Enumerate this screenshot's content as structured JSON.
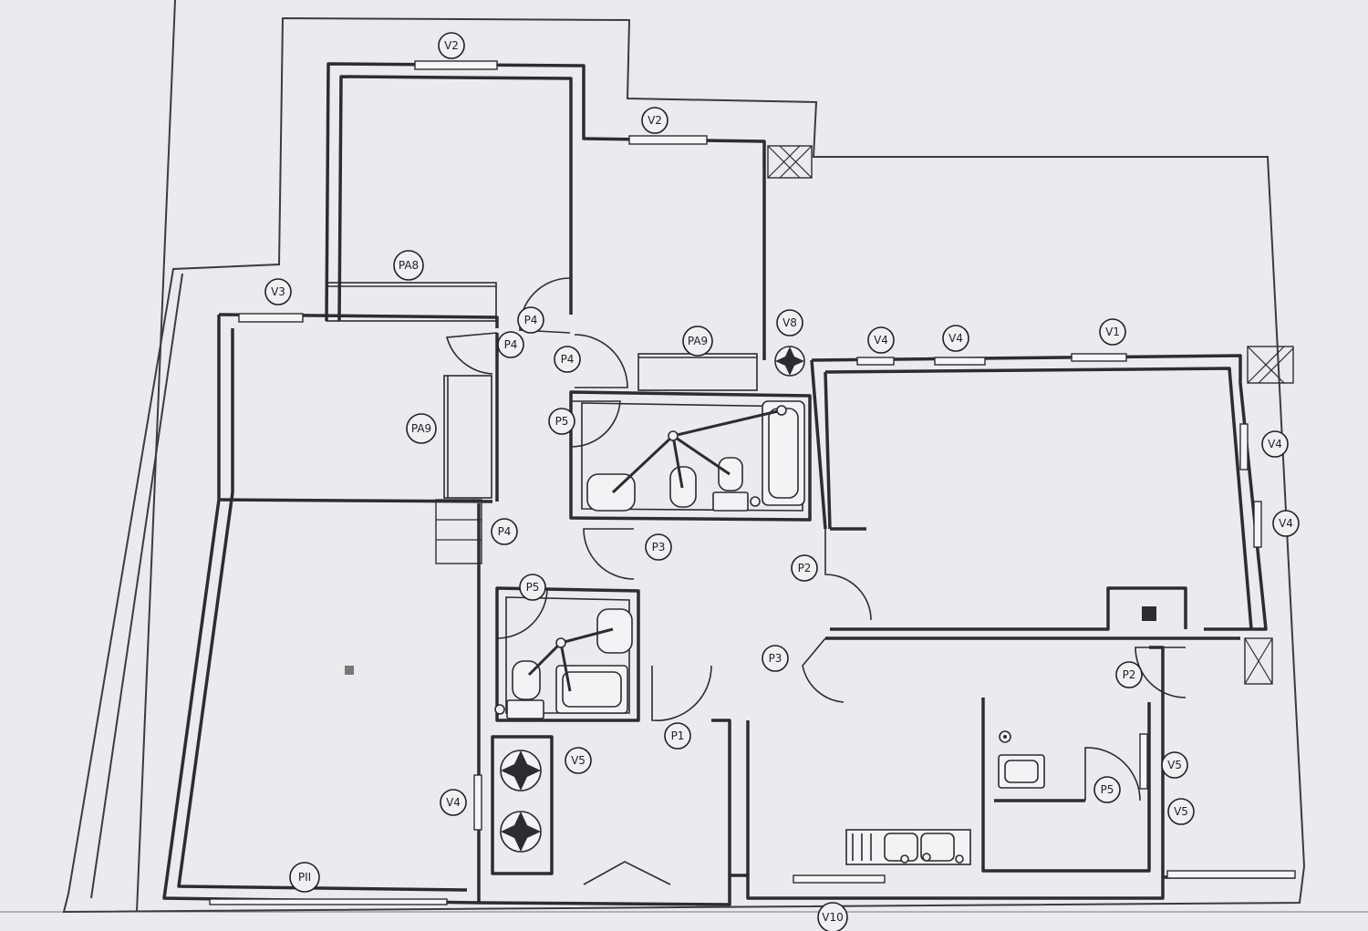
{
  "tags": [
    {
      "id": "v2-top",
      "label": "V2"
    },
    {
      "id": "v2-mid",
      "label": "V2"
    },
    {
      "id": "v3",
      "label": "V3"
    },
    {
      "id": "pa8",
      "label": "PA8"
    },
    {
      "id": "p4-a",
      "label": "P4"
    },
    {
      "id": "p4-b",
      "label": "P4"
    },
    {
      "id": "p4-c",
      "label": "P4"
    },
    {
      "id": "pa9-right",
      "label": "PA9"
    },
    {
      "id": "v8",
      "label": "V8"
    },
    {
      "id": "v4-top1",
      "label": "V4"
    },
    {
      "id": "v4-top2",
      "label": "V4"
    },
    {
      "id": "v1",
      "label": "V1"
    },
    {
      "id": "v4-right1",
      "label": "V4"
    },
    {
      "id": "v4-right2",
      "label": "V4"
    },
    {
      "id": "p5-a",
      "label": "P5"
    },
    {
      "id": "pa9-left",
      "label": "PA9"
    },
    {
      "id": "p4-d",
      "label": "P4"
    },
    {
      "id": "p3-a",
      "label": "P3"
    },
    {
      "id": "p2-a",
      "label": "P2"
    },
    {
      "id": "p5-b",
      "label": "P5"
    },
    {
      "id": "p3-b",
      "label": "P3"
    },
    {
      "id": "p2-b",
      "label": "P2"
    },
    {
      "id": "p1",
      "label": "P1"
    },
    {
      "id": "v5-left",
      "label": "V5"
    },
    {
      "id": "v5-right1",
      "label": "V5"
    },
    {
      "id": "p5-c",
      "label": "P5"
    },
    {
      "id": "v5-right2",
      "label": "V5"
    },
    {
      "id": "v4-left",
      "label": "V4"
    },
    {
      "id": "p11",
      "label": "PII"
    },
    {
      "id": "v10",
      "label": "V10"
    }
  ]
}
